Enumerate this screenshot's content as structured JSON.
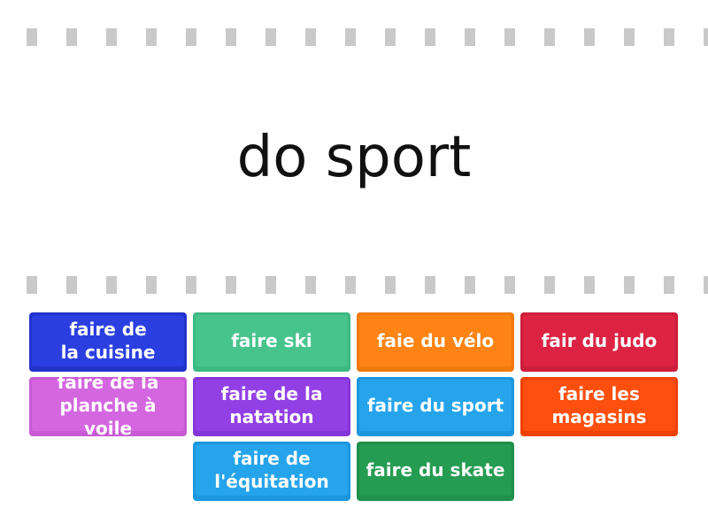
{
  "prompt": {
    "text": "do sport"
  },
  "tiles": [
    {
      "label": "faire de\nla cuisine",
      "color": "#2233cc",
      "face": "#2b3fe0"
    },
    {
      "label": "faire ski",
      "color": "#3db982",
      "face": "#47c48c"
    },
    {
      "label": "faie du vélo",
      "color": "#f07a0a",
      "face": "#ff8414"
    },
    {
      "label": "fair du judo",
      "color": "#cc1e3a",
      "face": "#dc2343"
    },
    {
      "label": "faire de la\nplanche à voile",
      "color": "#c95ad6",
      "face": "#d467e0"
    },
    {
      "label": "faire de la\nnatation",
      "color": "#8536d9",
      "face": "#9240e6"
    },
    {
      "label": "faire du sport",
      "color": "#1c97dd",
      "face": "#25a4ec"
    },
    {
      "label": "faire les\nmagasins",
      "color": "#ee4105",
      "face": "#ff4f0e"
    },
    {
      "label": "faire de\nl'équitation",
      "color": "#1c97dd",
      "face": "#25a4ec"
    },
    {
      "label": "faire du skate",
      "color": "#1f8f4a",
      "face": "#249c51"
    }
  ],
  "colors": {
    "dash": "#c9c9c9",
    "prompt_text": "#111111"
  }
}
